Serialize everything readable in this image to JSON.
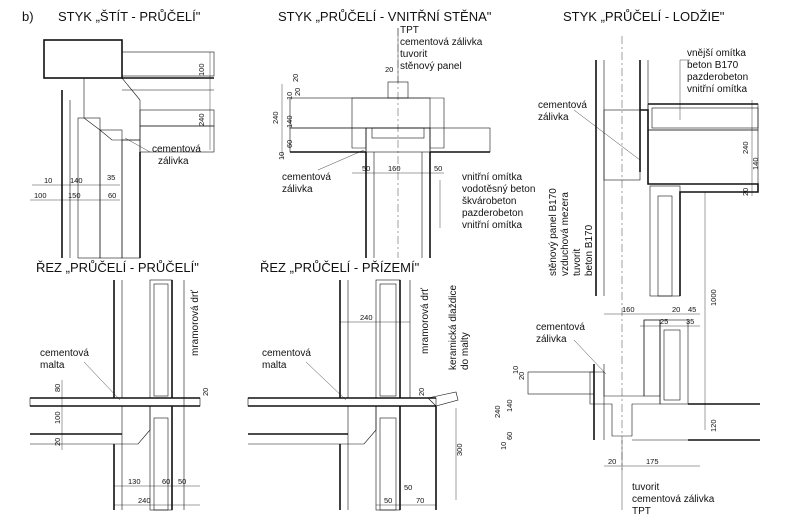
{
  "section_letter": "b)",
  "titles": {
    "t1": "STYK „ŠTÍT - PRŮČELÍ\"",
    "t2": "STYK „PRŮČELÍ - VNITŘNÍ STĚNA\"",
    "t3": "STYK „PRŮČELÍ - LODŽIE\"",
    "t4": "ŘEZ „PRŮČELÍ - PRŮČELÍ\"",
    "t5": "ŘEZ „PRŮČELÍ - PŘÍZEMÍ\""
  },
  "d1": {
    "label_line1": "cementová",
    "label_line2": "zálivka",
    "dims": [
      "100",
      "240",
      "10",
      "140",
      "35",
      "100",
      "150",
      "60"
    ]
  },
  "d2": {
    "top_labels": [
      "TPT",
      "cementová zálivka",
      "tuvorit",
      "stěnový panel"
    ],
    "right_labels": [
      "vnitřní omítka",
      "vodotěsný beton",
      "škvárobeton",
      "pazderobeton",
      "vnitřní omítka"
    ],
    "left_label_line1": "cementová",
    "left_label_line2": "zálivka",
    "dims": [
      "20",
      "10",
      "20",
      "240",
      "140",
      "60",
      "10",
      "50",
      "160",
      "50"
    ]
  },
  "d3": {
    "top_right_labels": [
      "vnější omítka",
      "beton B170",
      "pazderobeton",
      "vnitřní omítka"
    ],
    "left_label_line1": "cementová",
    "left_label_line2": "zálivka",
    "vertical_labels": [
      "stěnový panel B170",
      "vzduchová mezera",
      "tuvorit",
      "beton B170"
    ],
    "mid_label_line1": "cementová",
    "mid_label_line2": "zálivka",
    "bottom_labels": [
      "tuvorit",
      "cementová zálivka",
      "TPT"
    ],
    "dims": [
      "240",
      "140",
      "20",
      "1000",
      "160",
      "20",
      "45",
      "25",
      "35",
      "20",
      "10",
      "240",
      "140",
      "60",
      "10",
      "120",
      "20",
      "175"
    ]
  },
  "d4": {
    "label_line1": "cementová",
    "label_line2": "malta",
    "vertical_label": "mramorová drť",
    "dims": [
      "80",
      "100",
      "20",
      "20",
      "130",
      "60",
      "50",
      "240"
    ]
  },
  "d5": {
    "label_line1": "cementová",
    "label_line2": "malta",
    "vertical_label1": "mramorová drť",
    "vertical_label2a": "keramická dlaždice",
    "vertical_label2b": "do malty",
    "dims": [
      "240",
      "20",
      "300",
      "50",
      "70",
      "50"
    ]
  }
}
